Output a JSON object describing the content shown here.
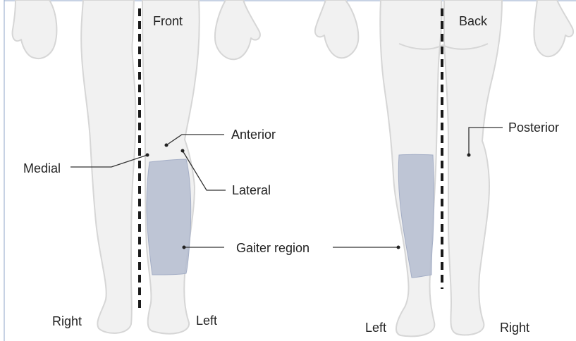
{
  "views": {
    "front": "Front",
    "back": "Back"
  },
  "sides": {
    "front_right": "Right",
    "front_left": "Left",
    "back_left": "Left",
    "back_right": "Right"
  },
  "labels": {
    "anterior": "Anterior",
    "medial": "Medial",
    "lateral": "Lateral",
    "gaiter": "Gaiter region",
    "posterior": "Posterior"
  },
  "colors": {
    "body_fill": "#f1f1f1",
    "body_stroke": "#d6d6d6",
    "gaiter_fill": "#b5bdd0",
    "midline": "#1a1a1a",
    "frame": "#8fa6c8",
    "text": "#222222"
  }
}
